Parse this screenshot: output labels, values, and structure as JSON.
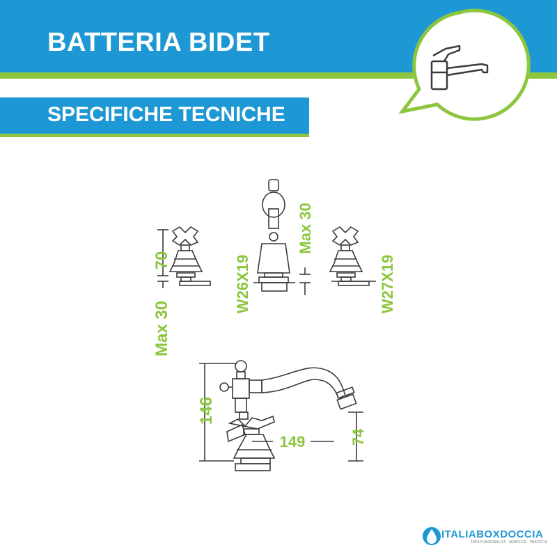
{
  "header": {
    "title": "BATTERIA BIDET",
    "subtitle": "SPECIFICHE TECNICHE"
  },
  "dimensions": {
    "d70": "70",
    "max30_left": "Max 30",
    "w26": "W26X19",
    "max30_center": "Max 30",
    "w27": "W27X19",
    "d146": "146",
    "d149": "149",
    "d74": "74"
  },
  "brand": {
    "name": "ITALIABOXDOCCIA",
    "tagline": "100% FUNZIONALITÀ · SEMPLICE · PRATICITÀ"
  },
  "icons": [
    "faucet-icon",
    "water-drop-icon"
  ],
  "colors": {
    "primary_blue": "#1e98d4",
    "accent_green": "#8cc63f",
    "line_dark": "#3a3a3a"
  }
}
